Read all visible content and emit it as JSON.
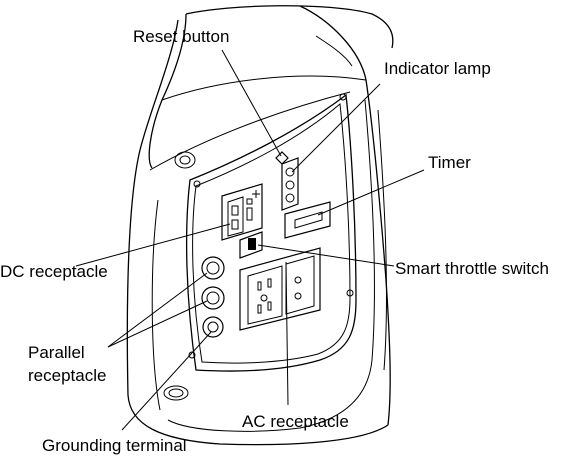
{
  "labels": {
    "reset_button": "Reset button",
    "indicator_lamp": "Indicator lamp",
    "timer": "Timer",
    "dc_receptacle": "DC receptacle",
    "smart_throttle_switch": "Smart throttle switch",
    "parallel_line1": "Parallel",
    "parallel_line2": "receptacle",
    "ac_receptacle": "AC receptacle",
    "grounding_terminal": "Grounding terminal"
  },
  "colors": {
    "ink": "#000000",
    "background": "#ffffff"
  }
}
